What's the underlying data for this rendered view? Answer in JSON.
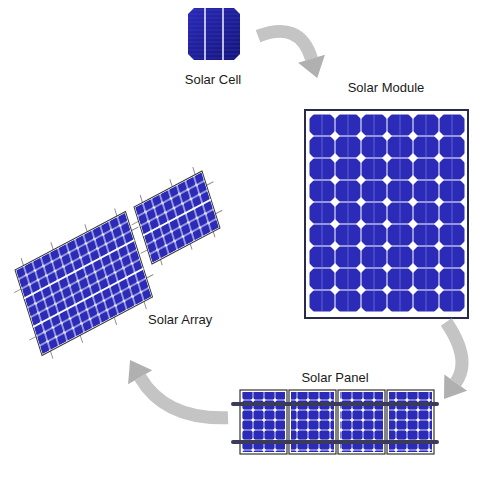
{
  "diagram": {
    "nodes": [
      {
        "text": [
          "Solar Cell"
        ]
      },
      {
        "text": [
          "Solar Module"
        ]
      },
      {
        "text": [
          "Solar Panel"
        ]
      },
      {
        "text": [
          "Solar Array"
        ]
      }
    ],
    "edges": [
      {
        "from": 0,
        "to": 1,
        "arrow": "to"
      },
      {
        "from": 1,
        "to": 2,
        "arrow": "to"
      },
      {
        "from": 2,
        "to": 3,
        "arrow": "to"
      }
    ]
  }
}
